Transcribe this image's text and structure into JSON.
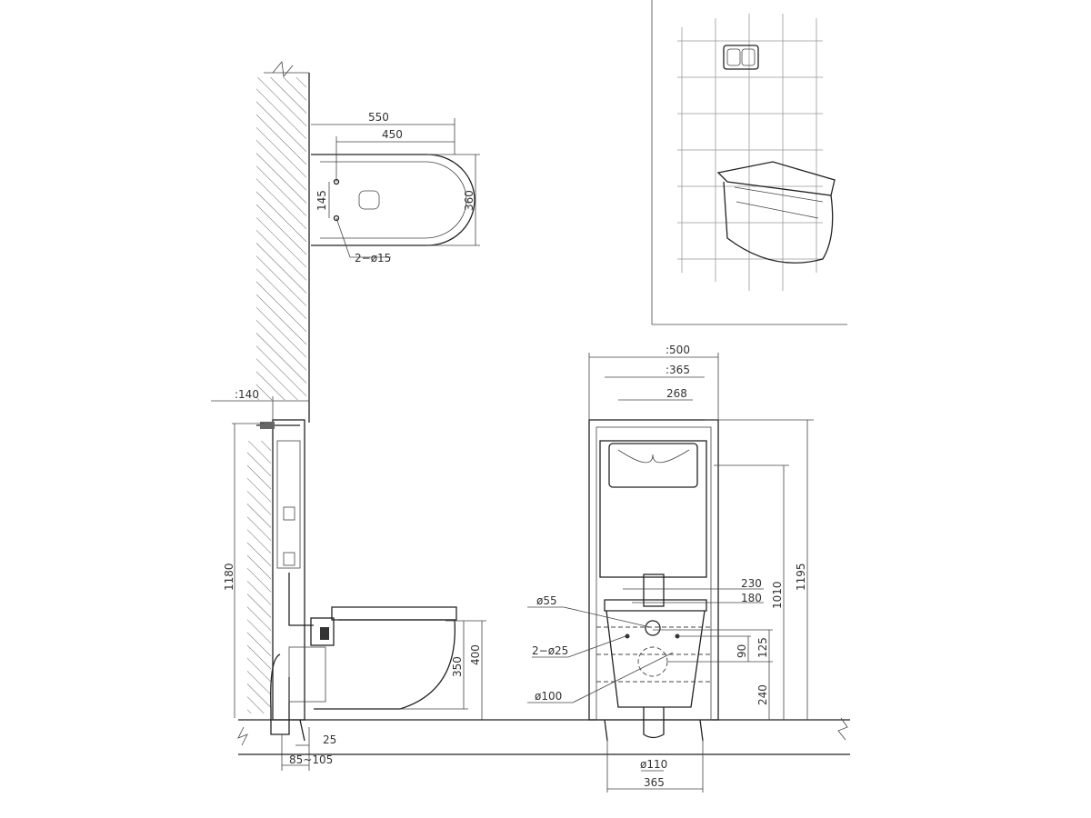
{
  "top_view": {
    "width_outer": "550",
    "width_inner": "450",
    "depth": "360",
    "bolt_spacing": "145",
    "bolt_holes": "2−ø15"
  },
  "side_view": {
    "wall_offset": ":140",
    "frame_height": "1180",
    "bowl_height": "400",
    "outlet_height": "350",
    "offset_small": "25",
    "offset_range": "85~105"
  },
  "front_view": {
    "frame_width": ":500",
    "inner_width": ":365",
    "panel_width": "268",
    "total_height": "1195",
    "bracket_height": "1010",
    "bolt_span_outer": "230",
    "bolt_span_inner": "180",
    "inlet_diameter": "ø55",
    "bolt_holes": "2−ø25",
    "dim_90": "90",
    "dim_125": "125",
    "dim_240": "240",
    "outlet_diameter": "ø100",
    "drain_diameter": "ø110",
    "foot_span": "365"
  }
}
